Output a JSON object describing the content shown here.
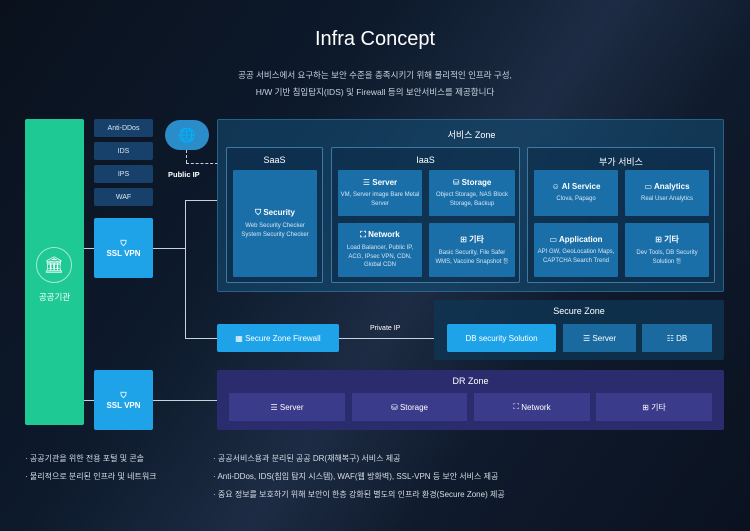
{
  "title": "Infra Concept",
  "subtitle": [
    "공공 서비스에서 요구하는 보안 수준을 충족시키기 위해 물리적인 인프라 구성,",
    "H/W 기반 침입탐지(IDS) 및 Firewall 등의 보안서비스를 제공합니다"
  ],
  "public_org": "공공기관",
  "security_services": [
    "Anti-DDos",
    "IDS",
    "IPS",
    "WAF"
  ],
  "ssl_vpn": "SSL VPN",
  "public_ip": "Public IP",
  "private_ip": "Private IP",
  "service_zone": {
    "title": "서비스 Zone",
    "saas": {
      "title": "SaaS",
      "item": {
        "name": "Security",
        "desc": "Web Security Checker System Security Checker"
      }
    },
    "iaas": {
      "title": "IaaS",
      "items": [
        {
          "name": "Server",
          "desc": "VM, Server image Bare Metal Server"
        },
        {
          "name": "Storage",
          "desc": "Object Storage, NAS Block Storage, Backup"
        },
        {
          "name": "Network",
          "desc": "Load Balancer, Public IP, ACG, IPsec VPN, CDN, Global CDN"
        },
        {
          "name": "기타",
          "desc": "Basic Security, File Safer WMS, Vaccine Snapshot 등"
        }
      ]
    },
    "addon": {
      "title": "부가 서비스",
      "items": [
        {
          "name": "AI Service",
          "desc": "Clova, Papago"
        },
        {
          "name": "Analytics",
          "desc": "Real User Analytics"
        },
        {
          "name": "Application",
          "desc": "API GW, GeoLocation Maps, CAPTCHA Search Trend"
        },
        {
          "name": "기타",
          "desc": "Dev Tools, DB Security Solution 등"
        }
      ]
    }
  },
  "firewall": "Secure Zone Firewall",
  "secure_zone": {
    "title": "Secure Zone",
    "items": [
      "DB security Solution",
      "Server",
      "DB"
    ]
  },
  "dr_zone": {
    "title": "DR Zone",
    "items": [
      "Server",
      "Storage",
      "Network",
      "기타"
    ]
  },
  "notes_left": [
    "· 공공기관을 위한 전용 포털 및 콘솔",
    "· 물리적으로 분리된 인프라 및 네트워크"
  ],
  "notes_right": [
    "· 공공서비스용과 분리된 공공 DR(재해복구) 서비스 제공",
    "· Anti-DDos, IDS(침입 탐지 시스템), WAF(웹 방화벽), SSL-VPN 등 보안 서비스 제공",
    "· 중요 정보를 보호하기 위해 보안이 한층 강화된 별도의 인프라 환경(Secure Zone) 제공"
  ]
}
